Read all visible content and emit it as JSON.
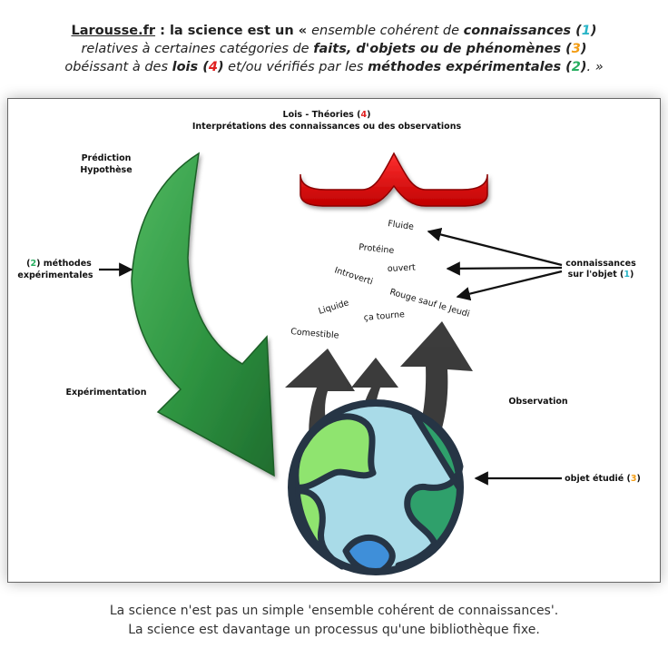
{
  "header": {
    "source": "Larousse.fr",
    "p1": " : la science est un « ",
    "p2": "ensemble cohérent de ",
    "kw1": "connaissances (",
    "n1": "1",
    "close1": ")",
    "p3": "relatives à certaines catégories de ",
    "kw2": "faits, d'objets ou de phénomènes (",
    "n3": "3",
    "close3": ")",
    "p4": "obéissant à des ",
    "kw3": "lois (",
    "n4": "4",
    "close4": ")",
    "p5": " et/ou vérifiés par les ",
    "kw4": "méthodes expérimentales (",
    "n2": "2",
    "close2": ")",
    "p6": ". »"
  },
  "diagram": {
    "laws_title": "Lois - Théories (",
    "laws_num": "4",
    "laws_close": ")",
    "laws_subtitle": "Interprétations des connaissances ou des observations",
    "prediction": "Prédiction",
    "hypothesis": "Hypothèse",
    "methods_open": "(",
    "methods_num": "2",
    "methods_text": ") méthodes",
    "methods_line2": "expérimentales",
    "experimentation": "Expérimentation",
    "observation": "Observation",
    "knowledge_line1": "connaissances",
    "knowledge_line2": "sur l'objet (",
    "knowledge_num": "1",
    "knowledge_close": ")",
    "object_label": "objet étudié (",
    "object_num": "3",
    "object_close": ")",
    "words": {
      "fluide": "Fluide",
      "proteine": "Protéine",
      "ouvert": "ouvert",
      "introverti": "Introverti",
      "rouge": "Rouge sauf le Jeudi",
      "liquide": "Liquide",
      "ca_tourne": "ça tourne",
      "comestible": "Comestible"
    }
  },
  "footer": {
    "line1": "La science n'est pas un simple 'ensemble cohérent de connaissances'.",
    "line2": "La science est davantage un processus qu'une bibliothèque fixe."
  },
  "colors": {
    "cyan": "#2ab5c7",
    "orange": "#f39c12",
    "red": "#e02020",
    "green": "#27ae60",
    "blue": "#2d8fd5"
  }
}
